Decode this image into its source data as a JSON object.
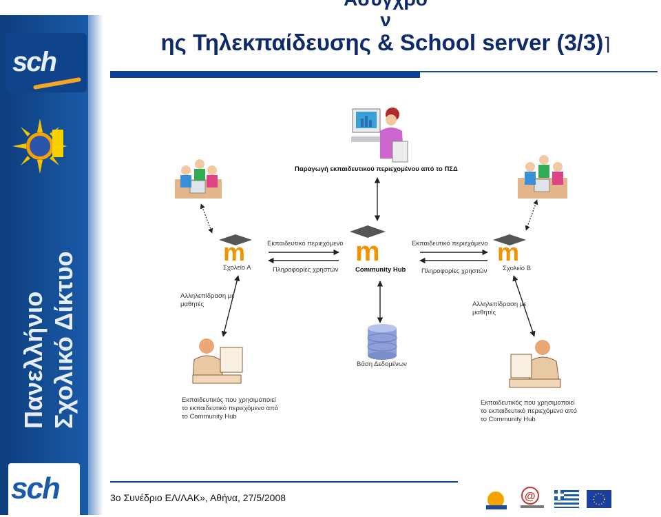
{
  "title": {
    "line1": "Ασύγχρο",
    "line2": "ν",
    "line3": "ης Τηλεκπαίδευσης & School server (3/3)",
    "trailing_glyph": "⌉"
  },
  "sidebar": {
    "vertical_line1": "Πανελλήνιο",
    "vertical_line2": "Σχολικό Δίκτυο",
    "logo_top": "sch",
    "logo_bottom": "sch"
  },
  "diagram": {
    "top_caption": "Παραγωγή εκπαιδευτικού περιεχομένου από το ΠΣΔ",
    "school_a": "Σχολείο Α",
    "school_b": "Σχολείο Β",
    "hub": "Community Hub",
    "edu_content_left": "Εκπαιδευτικό περιεχόμενο",
    "edu_content_right": "Εκπαιδευτικό περιεχόμενο",
    "user_info_left": "Πληροφορίες χρηστών",
    "user_info_right": "Πληροφορίες χρηστών",
    "interaction_left": "Αλληλεπίδραση με μαθητές",
    "interaction_right": "Αλληλεπίδραση με μαθητές",
    "database": "Βάση Δεδομένων",
    "teacher_left": "Εκπαιδευτικός που χρησιμοποιεί το εκπαιδευτικό περιεχόμενο από το Community Hub",
    "teacher_right": "Εκπαιδευτικός που χρησιμοποιεί το εκπαιδευτικό περιεχόμενο από το Community Hub",
    "moodle_letter": "m"
  },
  "footer": {
    "conference": "3ο Συνέδριο ΕΛ/ΛΑΚ», Αθήνα, 27/5/2008"
  },
  "colors": {
    "title": "#0e2a6b",
    "sidebar": "#1454a0",
    "moodle_orange": "#f39200",
    "moodle_hat": "#555555"
  }
}
